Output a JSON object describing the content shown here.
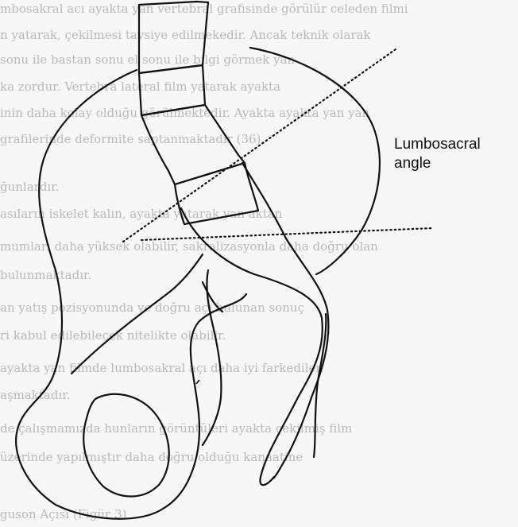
{
  "annotation": {
    "line1": "Lumbosacral",
    "line2": "angle"
  },
  "background_text": [
    "mbosakral acı ayakta yan vertebral grafisinde görülür celeden filmi",
    "n yatarak, çekilmesi tavsiye edilmekedir. Ancak teknik olarak",
    "sonu ile bastan sonu el sonu ile bilgi görmek yan",
    "ka zordur. Vertebra lateral film yatarak ayakta",
    "inin daha kolay olduğu görülmektedir. Ayakta ayakta yan yan",
    "grafilerinde deformite saptanmaktadır (36).",
    "",
    "ğunlardır.",
    "asıların iskelet kalın, ayakta yatarak yan aktan",
    "mumları daha yüksek olabilir, sakralizasyonla daha doğru olan",
    "bulunmaktadır.",
    "an yatış pozisyonunda ve doğru açı bulunan sonuç",
    "ri kabul edilebilecek nitelikte olabilir.",
    "ayakta yan filmde lumbosakral açı daha iyi farkedilen",
    "aşmaktadır.",
    "de çalışmamızda hunların görüntüleri ayakta çekilmiş film",
    "üzerinde yapılmıştır daha doğru olduğu kanaatine",
    "",
    "guson Açısı (Figür 3)"
  ]
}
